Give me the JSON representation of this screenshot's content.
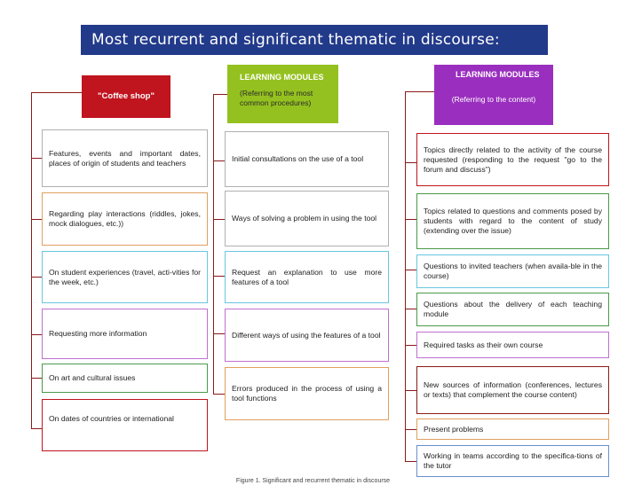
{
  "title": "Most recurrent and significant thematic in discourse:",
  "columns": [
    {
      "header": "\"Coffee shop\"",
      "subheader": "",
      "color": "#c0141e",
      "items": [
        "Features, events and important dates, places of origin of students and teachers",
        "Regarding play interactions (riddles, jokes, mock dialogues, etc.))",
        "On student experiences (travel, acti-vities for the week, etc.)",
        "Requesting more information",
        "On art and cultural issues",
        "On dates of countries or international"
      ]
    },
    {
      "header": "LEARNING MODULES",
      "subheader": "(Referring to the most common procedures)",
      "color": "#94c11f",
      "items": [
        "Initial consultations on the use of a tool",
        "Ways of solving a problem in using the tool",
        "Request an explanation to use more features of a tool",
        "Different ways of using the features of a tool",
        "Errors produced in the process of using a tool functions"
      ]
    },
    {
      "header": "LEARNING MODULES",
      "subheader": "(Referring to the content)",
      "color": "#9a2fbf",
      "items": [
        "Topics directly related to the activity of the course requested (responding to the request \"go to the forum and discuss\")",
        "Topics related to questions and comments posed by students with regard to the content of study (extending over the issue)",
        "Questions to invited teachers (when availa-ble in the course)",
        "Questions about the delivery of each teaching module",
        "Required tasks as their own course",
        "New sources of information (conferences, lectures or texts) that complement the course content)",
        "Present problems",
        "Working in teams according to the specifica-tions of the tutor"
      ]
    }
  ],
  "caption": "Figure 1. Significant and recurrent thematic in discourse"
}
